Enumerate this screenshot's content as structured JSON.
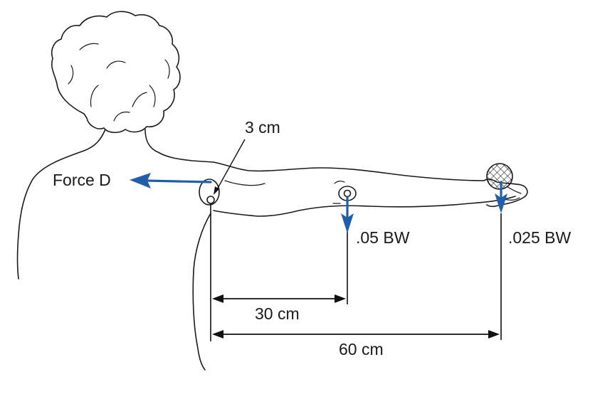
{
  "labels": {
    "force_d": "Force D",
    "moment_arm": "3 cm",
    "arm_weight": ".05 BW",
    "ball_weight": ".025 BW",
    "dist_30": "30 cm",
    "dist_60": "60 cm"
  },
  "colors": {
    "force_arrow": "#1f5fa8",
    "line_art": "#1a1a1a"
  }
}
